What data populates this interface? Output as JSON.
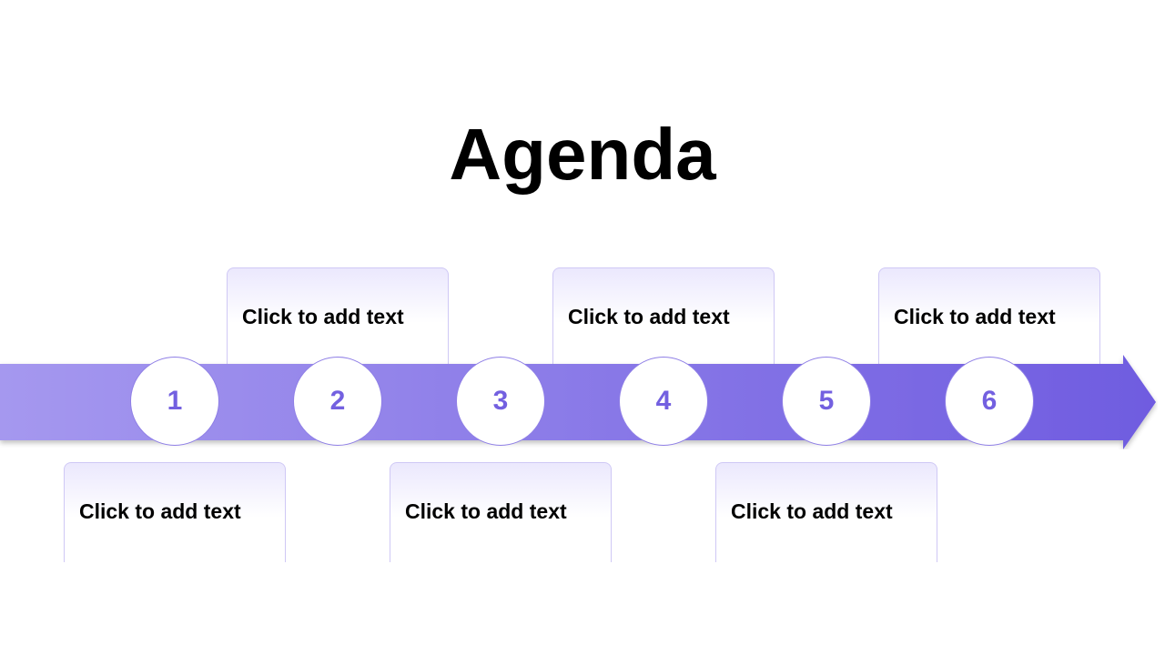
{
  "slide": {
    "title": "Agenda"
  },
  "colors": {
    "arrow_start": "#a598ef",
    "arrow_end": "#6f5ce0",
    "number": "#7360e0",
    "box_border": "#cfc8f5",
    "box_top": "#ebe8fd"
  },
  "steps": [
    {
      "number": "1",
      "text": "Click to add text"
    },
    {
      "number": "2",
      "text": "Click to add text"
    },
    {
      "number": "3",
      "text": "Click to add text"
    },
    {
      "number": "4",
      "text": "Click to add text"
    },
    {
      "number": "5",
      "text": "Click to add text"
    },
    {
      "number": "6",
      "text": "Click to add text"
    }
  ]
}
